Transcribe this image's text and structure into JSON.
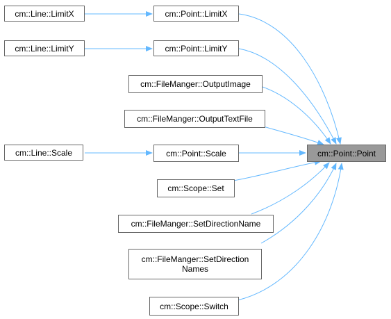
{
  "colors": {
    "edge": "#63b8ff",
    "node_border": "#666666",
    "node_fill": "#ffffff",
    "target_fill": "#999999"
  },
  "nodes": {
    "line_limitx": "cm::Line::LimitX",
    "point_limitx": "cm::Point::LimitX",
    "line_limity": "cm::Line::LimitY",
    "point_limity": "cm::Point::LimitY",
    "output_image": "cm::FileManger::OutputImage",
    "output_text_file": "cm::FileManger::OutputTextFile",
    "line_scale": "cm::Line::Scale",
    "point_scale": "cm::Point::Scale",
    "point_point": "cm::Point::Point",
    "scope_set": "cm::Scope::Set",
    "set_direction_name": "cm::FileManger::SetDirectionName",
    "set_direction_names_line1": "cm::FileManger::SetDirection",
    "set_direction_names_line2": "Names",
    "scope_switch": "cm::Scope::Switch"
  }
}
